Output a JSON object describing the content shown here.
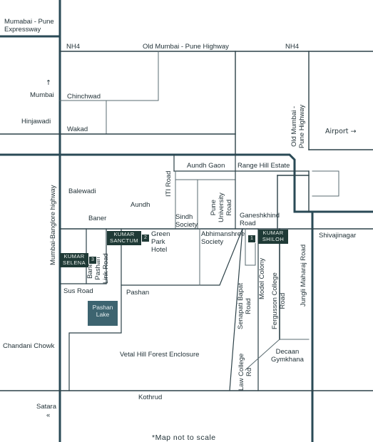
{
  "map": {
    "footnote": "*Map not to scale",
    "colors": {
      "road": "#2c4148",
      "highway": "#2a4a56",
      "tag_bg": "#1f3a36",
      "lake": "#3d6470"
    },
    "places": {
      "expressway": "Mumabai - Pune\nExpressway",
      "nh4_left": "NH4",
      "old_highway": "Old Mumbai - Pune Highway",
      "nh4_right": "NH4",
      "mumbai_arrow": "↑",
      "mumbai": "Mumbai",
      "chinchwad": "Chinchwad",
      "hinjawadi": "Hinjawadi",
      "wakad": "Wakad",
      "old_highway_vertical": "Old Mumbai -\nPune Highway",
      "airport": "Airport →",
      "aundh_gaon": "Aundh Gaon",
      "range_hill": "Range Hill Estate",
      "balewadi": "Balewadi",
      "iti_road": "ITI Road",
      "aundh": "Aundh",
      "pune_university_road": "Pune\nUniversity\nRoad",
      "sindh_society": "Sindh\nSociety",
      "ganeshkhind_road": "Ganeshkhind\nRoad",
      "baner": "Baner",
      "shivajinagar": "Shivajinagar",
      "green_park_hotel": "Green\nPark\nHotel",
      "abhimanshree": "Abhimanshree\nSociety",
      "mumbai_bangalore_highway": "Mumbai-Banglore highway",
      "baner_pashan_link": "Baner-\nPashan\nLink Road",
      "sus_road": "Sus Road",
      "pashan": "Pashan",
      "pashan_lake": "Pashan\nLake",
      "model_colony": "Model Colony",
      "senapati_bapat_road": "Senapati Bapat\nRoad",
      "fergusson_college_road": "Fergusson College\nRoad",
      "jungli_maharaj_road": "Jungli Maharaj Road",
      "chandani_chowk": "Chandani Chowk",
      "vetal_hill": "Vetal Hill Forest Enclosure",
      "decaan_gymkhana": "Decaan\nGymkhana",
      "law_college_road": "Law College\nRd",
      "satara": "Satara",
      "satara_arrow": "«",
      "kothrud": "Kothrud"
    },
    "projects": [
      {
        "number": "1",
        "name": "KUMAR\nSHILOH"
      },
      {
        "number": "2",
        "name": "KUMAR\nSANCTUM"
      },
      {
        "number": "3",
        "name": "KUMAR\nSELENA"
      }
    ]
  }
}
